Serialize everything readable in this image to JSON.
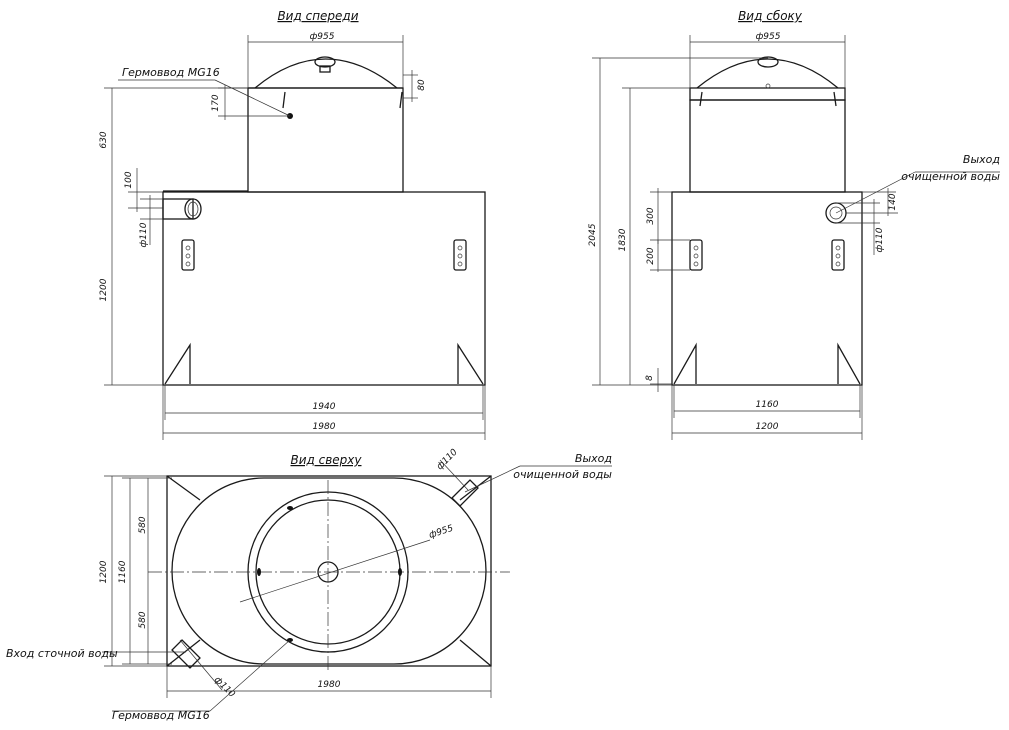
{
  "titles": {
    "front": "Вид спереди",
    "side": "Вид сбоку",
    "top": "Вид сверху"
  },
  "labels": {
    "germovvod_front": "Гермоввод MG16",
    "germovvod_top": "Гермоввод MG16",
    "outlet_side_1": "Выход",
    "outlet_side_2": "очищенной воды",
    "outlet_top_1": "Выход",
    "outlet_top_2": "очищенной воды",
    "inlet_top": "Вход сточной воды"
  },
  "dims_front": {
    "d955": "ф955",
    "h80": "80",
    "h170": "170",
    "h630": "630",
    "h100": "100",
    "d110": "ф110",
    "h1200": "1200",
    "w1940": "1940",
    "w1980": "1980"
  },
  "dims_side": {
    "d955": "ф955",
    "h2045": "2045",
    "h1830": "1830",
    "h300": "300",
    "h200": "200",
    "h8": "8",
    "h140": "140",
    "d110": "ф110",
    "w1160": "1160",
    "w1200": "1200"
  },
  "dims_top": {
    "d110_outlet": "ф110",
    "d955": "ф955",
    "h1200": "1200",
    "h1160": "1160",
    "h580a": "580",
    "h580b": "580",
    "d110_inlet": "ф110",
    "w1980": "1980"
  }
}
